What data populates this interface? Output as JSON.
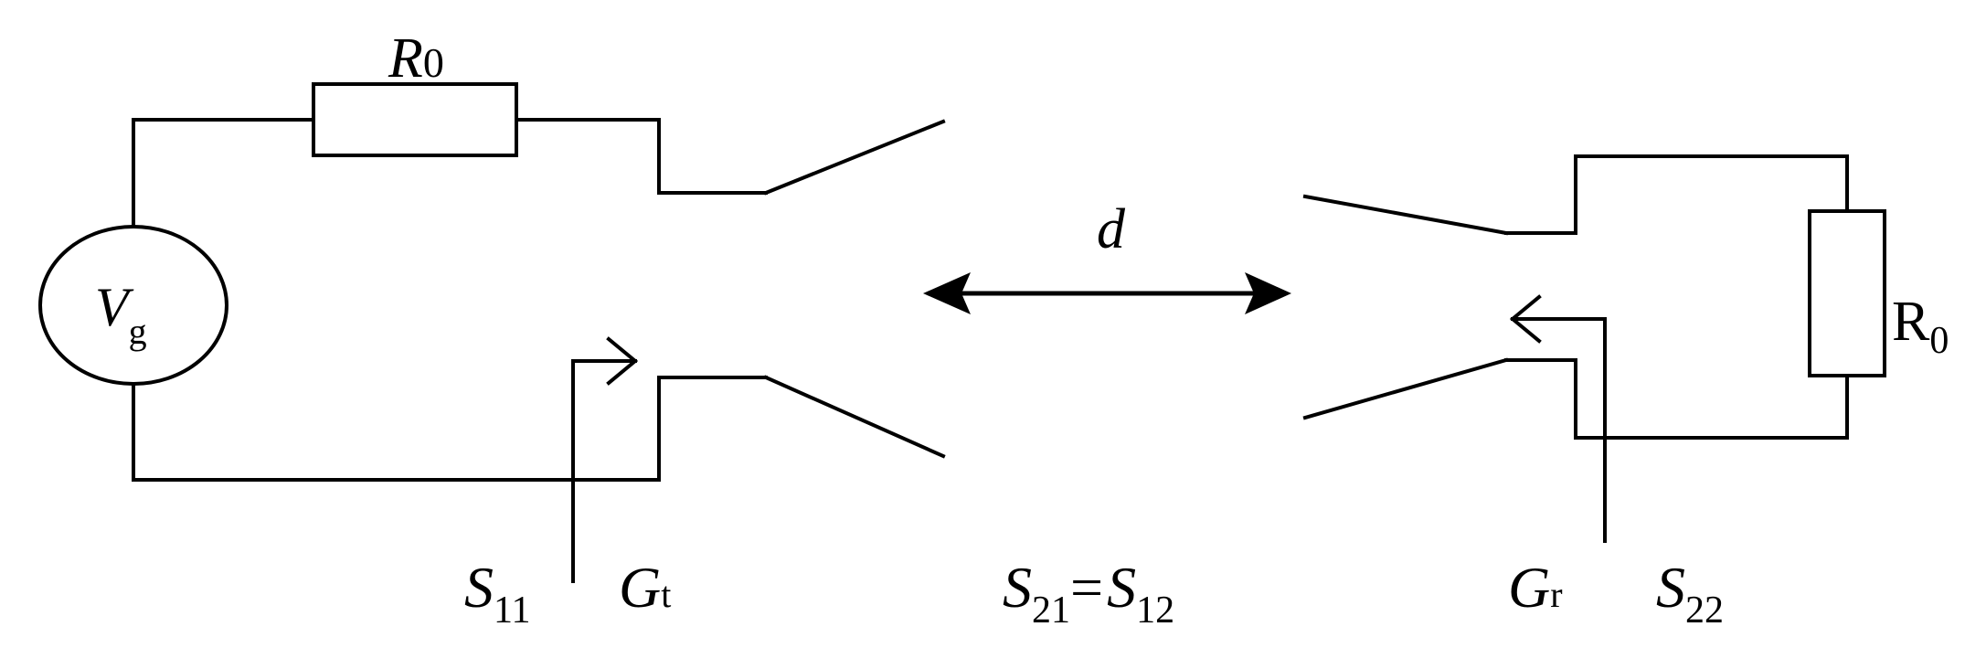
{
  "diagram": {
    "transmitter": {
      "source": {
        "symbol": "V",
        "subscript": "g"
      },
      "resistor": {
        "symbol": "R",
        "subscript": "0"
      },
      "port_label": {
        "symbol": "S",
        "subscript": "11"
      },
      "gain_label": {
        "symbol": "G",
        "subscript": "t"
      }
    },
    "link": {
      "distance_label": "d",
      "left": {
        "symbol": "S",
        "subscript": "21"
      },
      "equals": "=",
      "right": {
        "symbol": "S",
        "subscript": "12"
      }
    },
    "receiver": {
      "resistor": {
        "symbol": "R",
        "subscript": "0"
      },
      "gain_label": {
        "symbol": "G",
        "subscript": "r"
      },
      "port_label": {
        "symbol": "S",
        "subscript": "22"
      }
    }
  }
}
